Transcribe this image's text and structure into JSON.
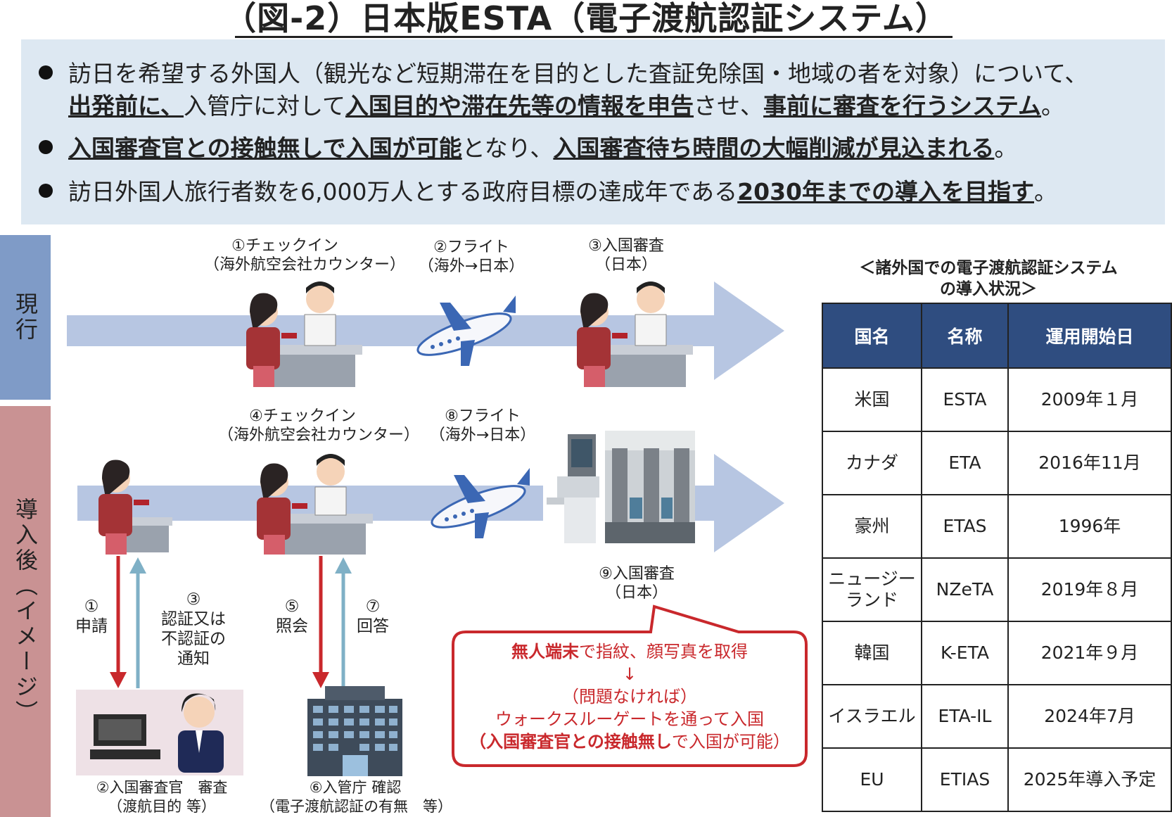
{
  "title": "（図-2）日本版ESTA（電子渡航認証システム）",
  "summary": {
    "bullet1_line1": "訪日を希望する外国人（観光など短期滞在を目的とした査証免除国・地域の者を対象）について、",
    "bullet1_line2": {
      "b1": "出発前に、",
      "t1": "入管庁に対して",
      "b2": "入国目的や滞在先等の情報を申告",
      "t2": "させ、",
      "b3": "事前に審査を行うシステム",
      "t3": "。"
    },
    "bullet2": {
      "b1": "入国審査官との接触無しで入国が可能",
      "t1": "となり、",
      "b2": "入国審査待ち時間の大幅削減が見込まれる",
      "t2": "。"
    },
    "bullet3": {
      "t1": "訪日外国人旅行者数を6,000万人とする政府目標の達成年である",
      "b1": "2030年までの導入を目指す",
      "t2": "。"
    }
  },
  "side_labels": {
    "current": "現行",
    "after": "導入後（イメージ）"
  },
  "current_flow": {
    "step1_line1": "①チェックイン",
    "step1_line2": "（海外航空会社カウンター）",
    "step2_line1": "②フライト",
    "step2_line2": "（海外→日本）",
    "step3_line1": "③入国審査",
    "step3_line2": "（日本）"
  },
  "after_flow": {
    "step4_line1": "④チェックイン",
    "step4_line2": "（海外航空会社カウンター）",
    "step8_line1": "⑧フライト",
    "step8_line2": "（海外→日本）",
    "step9_line1": "⑨入国審査",
    "step9_line2": "（日本）",
    "v1_num": "①",
    "v1_label": "申請",
    "v3_num": "③",
    "v3_line1": "認証又は",
    "v3_line2": "不認証の",
    "v3_line3": "通知",
    "v5_num": "⑤",
    "v5_label": "照会",
    "v7_num": "⑦",
    "v7_label": "回答",
    "officer_line1": "②入国審査官　審査",
    "officer_line2": "（渡航目的 等）",
    "agency_line1": "⑥入管庁 確認",
    "agency_line2": "（電子渡航認証の有無　等）"
  },
  "callout": {
    "line1_bold": "無人端末",
    "line1_rest": "で指紋、顔写真を取得",
    "arrow": "↓",
    "line2": "（問題なければ）",
    "line3": "ウォークスルーゲートを通って入国",
    "line4_open": "（",
    "line4_bold": "入国審査官との接触無し",
    "line4_rest": "で入国が可能）"
  },
  "table": {
    "caption_line1": "＜諸外国での電子渡航認証システム",
    "caption_line2": "の導入状況＞",
    "headers": [
      "国名",
      "名称",
      "運用開始日"
    ],
    "rows": [
      {
        "country": "米国",
        "name": "ESTA",
        "date": "2009年１月"
      },
      {
        "country": "カナダ",
        "name": "ETA",
        "date": "2016年11月"
      },
      {
        "country": "豪州",
        "name": "ETAS",
        "date": "1996年"
      },
      {
        "country_line1": "ニュージー",
        "country_line2": "ランド",
        "name": "NZeTA",
        "date": "2019年８月"
      },
      {
        "country": "韓国",
        "name": "K-ETA",
        "date": "2021年９月"
      },
      {
        "country": "イスラエル",
        "name": "ETA-IL",
        "date": "2024年7月"
      },
      {
        "country": "EU",
        "name": "ETIAS",
        "date": "2025年導入予定"
      }
    ]
  },
  "colors": {
    "summary_bg": "#dde8f2",
    "flow_arrow": "#b7c6e2",
    "side_current": "#7f9bc7",
    "side_after": "#c99293",
    "table_header": "#2f4d80",
    "red": "#c9282c",
    "blue_arrow": "#7fb0c6"
  }
}
